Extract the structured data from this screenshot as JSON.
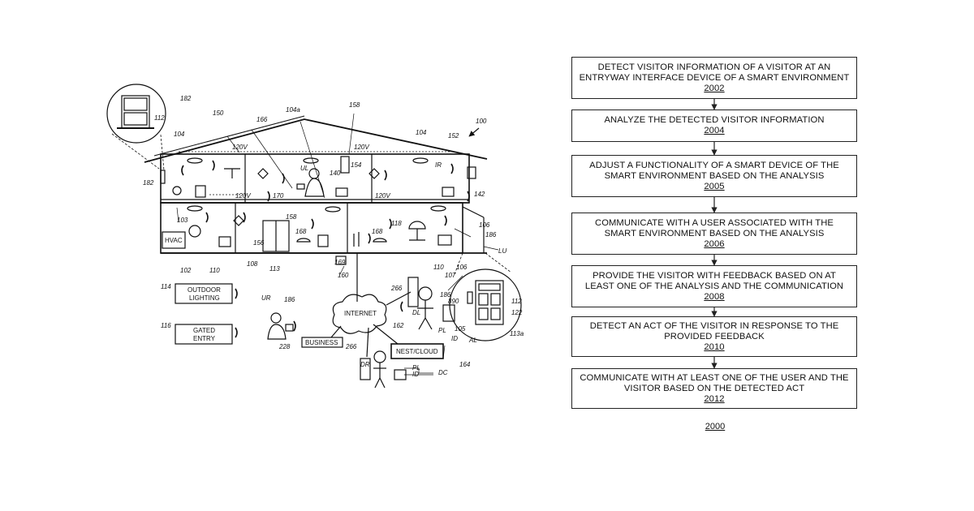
{
  "flowchart": {
    "steps": [
      {
        "line1": "DETECT VISITOR INFORMATION OF A VISITOR AT AN",
        "line2": "ENTRYWAY INTERFACE DEVICE OF A SMART ENVIRONMENT",
        "num": "2002"
      },
      {
        "line1": "ANALYZE THE DETECTED VISITOR INFORMATION",
        "line2": "",
        "num": "2004"
      },
      {
        "line1": "ADJUST A FUNCTIONALITY OF A SMART DEVICE OF THE",
        "line2": "SMART ENVIRONMENT BASED ON THE ANALYSIS",
        "num": "2005"
      },
      {
        "line1": "COMMUNICATE WITH A USER ASSOCIATED WITH THE",
        "line2": "SMART ENVIRONMENT BASED ON THE ANALYSIS",
        "num": "2006"
      },
      {
        "line1": "PROVIDE THE VISITOR WITH FEEDBACK BASED ON AT",
        "line2": "LEAST ONE OF THE ANALYSIS AND THE COMMUNICATION",
        "num": "2008"
      },
      {
        "line1": "DETECT AN ACT OF THE VISITOR IN RESPONSE TO THE",
        "line2": "PROVIDED FEEDBACK",
        "num": "2010"
      },
      {
        "line1": "COMMUNICATE WITH AT LEAST ONE OF THE USER AND THE",
        "line2": "VISITOR BASED ON THE DETECTED ACT",
        "num": "2012"
      }
    ],
    "figure_number": "2000"
  },
  "house": {
    "labels": {
      "l182a": "182",
      "l112a": "112",
      "l150": "150",
      "l104a": "104a",
      "l158a": "158",
      "l166": "166",
      "l100": "100",
      "l104b": "104",
      "l104c": "104",
      "l152": "152",
      "l120a": "120V",
      "l120b": "120V",
      "l120c": "120V",
      "l120d": "120V",
      "l182b": "182",
      "l154": "154",
      "l140": "140",
      "lUL": "UL",
      "lIR": "IR",
      "l142": "142",
      "l170": "170",
      "l158b": "158",
      "l103": "103",
      "l118": "118",
      "l106a": "106",
      "l186a": "186",
      "l168a": "168",
      "l168b": "168",
      "l156": "156",
      "l102": "102",
      "l110a": "110",
      "l108": "108",
      "l113": "113",
      "l169": "169",
      "l160": "160",
      "l110b": "110",
      "l106b": "106",
      "lLU": "LU",
      "l107": "107",
      "l266a": "266",
      "l186b": "186",
      "l890": "890",
      "l112b": "112",
      "l122": "122",
      "l113a": "113a",
      "lDL": "DL",
      "lPL1": "PL",
      "lID1": "ID",
      "l105": "105",
      "lAL": "AL",
      "l114": "114",
      "l116": "116",
      "lUR": "UR",
      "l186c": "186",
      "l162": "162",
      "l228": "228",
      "l266b": "266",
      "lDR": "DR",
      "lPL2": "PL",
      "lID2": "ID",
      "lDC": "DC",
      "l164": "164"
    },
    "captions": {
      "hvac": "HVAC",
      "outdoor1": "OUTDOOR",
      "outdoor2": "LIGHTING",
      "gated1": "GATED",
      "gated2": "ENTRY",
      "internet": "INTERNET",
      "business": "BUSINESS",
      "nest": "NEST/CLOUD"
    }
  }
}
